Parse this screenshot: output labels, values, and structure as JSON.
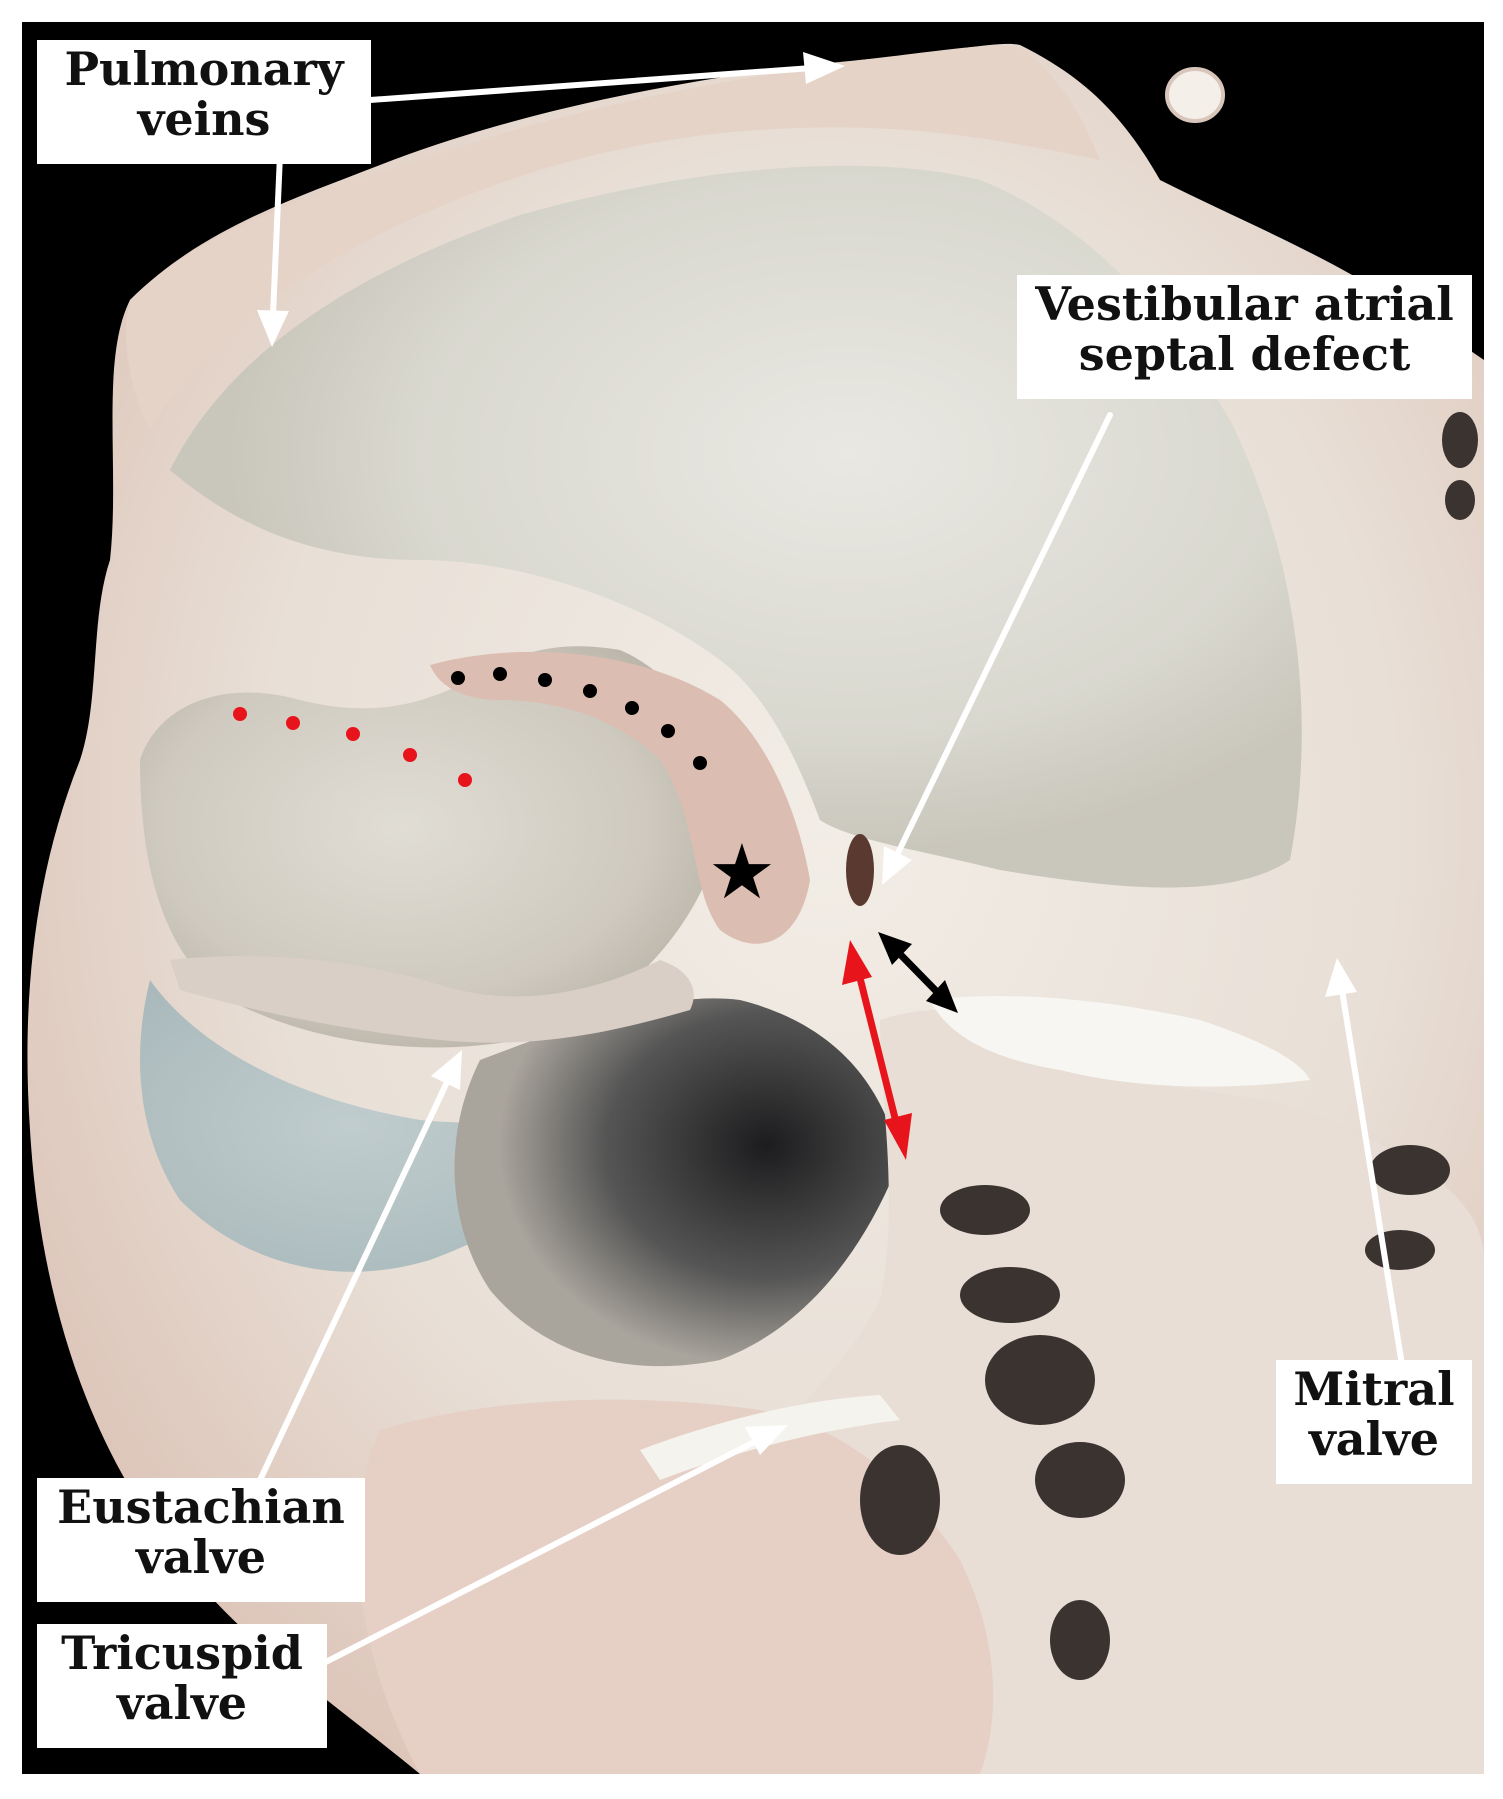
{
  "figure": {
    "labels": {
      "pulmonary_veins": {
        "line1": "Pulmonary",
        "line2": "veins"
      },
      "vestibular_asd": {
        "line1": "Vestibular atrial",
        "line2": "septal defect"
      },
      "mitral_valve": {
        "line1": "Mitral",
        "line2": "valve"
      },
      "eustachian_valve": {
        "line1": "Eustachian",
        "line2": "valve"
      },
      "tricuspid_valve": {
        "line1": "Tricuspid",
        "line2": "valve"
      }
    },
    "markers": {
      "star_glyph": "★"
    },
    "colors": {
      "background": "#000000",
      "tissue_light": "#ede6dc",
      "tissue_pink": "#e3c4b7",
      "annotation_red": "#e8141c",
      "annotation_black": "#000000",
      "arrow_white": "#ffffff"
    }
  }
}
